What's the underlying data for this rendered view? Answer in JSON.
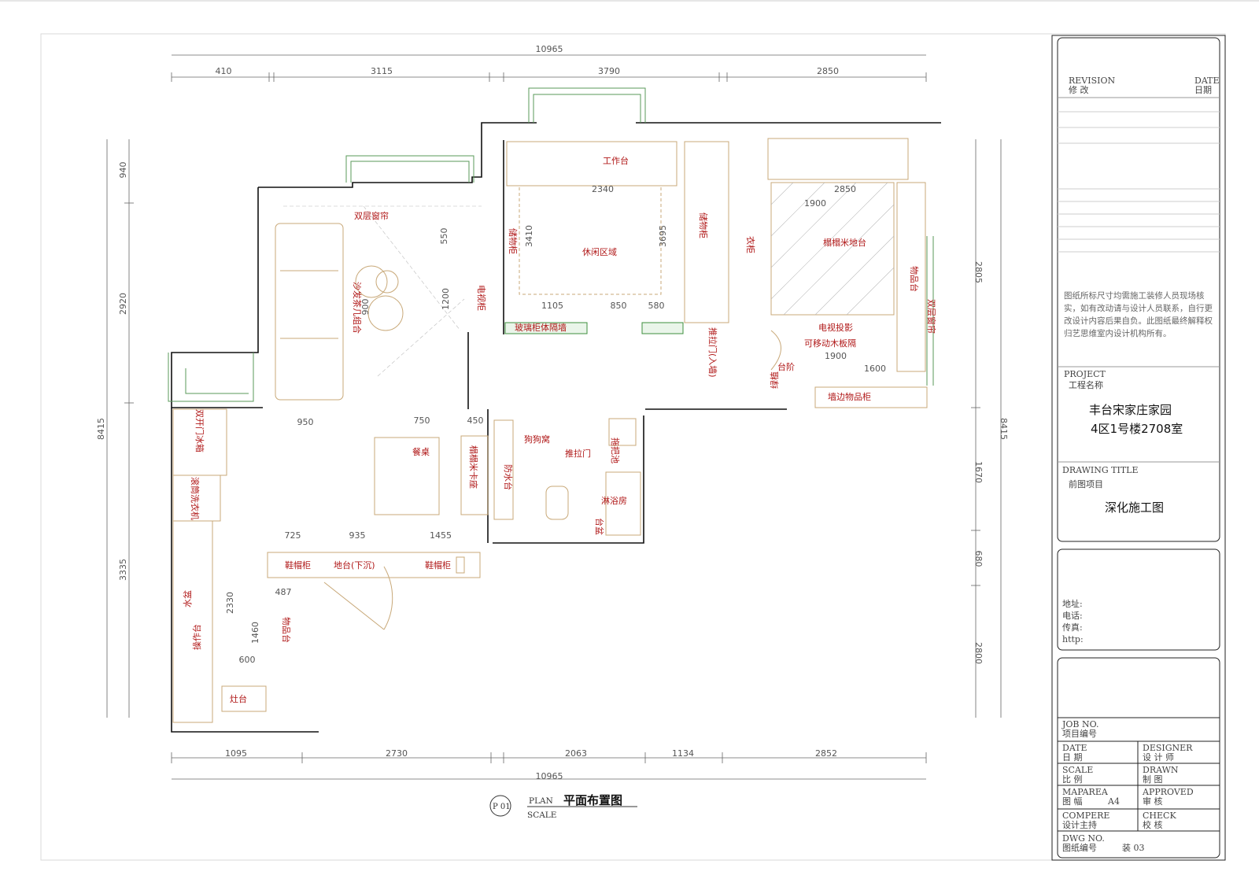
{
  "plan": {
    "top_total": "10965",
    "top_dims": [
      "410",
      "3115",
      "3790",
      "2850"
    ],
    "bottom_total": "10965",
    "bottom_dims": [
      "1095",
      "2730",
      "2063",
      "1134",
      "2852"
    ],
    "left_total": "8415",
    "left_dims": [
      "940",
      "2920",
      "3335"
    ],
    "right_total": "8415",
    "right_dims": [
      "2805",
      "1670",
      "680",
      "2800"
    ],
    "dims": {
      "d950": "950",
      "d750": "750",
      "d450": "450",
      "d725": "725",
      "d935": "935",
      "d1455": "1455",
      "d487": "487",
      "d2330": "2330",
      "d1460": "1460",
      "d600": "600",
      "d2340": "2340",
      "d3410": "3410",
      "d1900": "1900",
      "d2850": "2850",
      "d1900b": "1900",
      "d1600": "1600",
      "d550": "550",
      "d1200": "1200",
      "d3695": "3695",
      "d580": "580",
      "d1105": "1105",
      "d850": "850",
      "d900": "900"
    },
    "rooms": {
      "workbench": "工作台",
      "double_curtain_1": "双层窗帘",
      "leisure_area": "休闲区域",
      "storage_cab_1": "储物柜",
      "storage_cab_2": "储物柜",
      "tatami": "榻榻米地台",
      "sofa_tea": "沙发茶几组合",
      "tv_cab": "电视柜",
      "glass_partition": "玻璃柜体隔墙",
      "sliding_door_in": "推拉门(入墙)",
      "tv_projection": "电视投影",
      "movable_wood": "可移动木板隔",
      "steps": "台阶",
      "wall_storage": "墙边物品柜",
      "items_shelf": "物品台",
      "double_curtain_2": "双层窗帘",
      "wardrobe": "衣柜",
      "dog_den": "狗狗窝",
      "sliding_door": "推拉门",
      "dining_table": "餐桌",
      "tatami_seat": "榻榻米卡座",
      "double_door_fridge": "双开门冰箱",
      "washer": "滚筒洗衣机",
      "shoe_cab_1": "鞋帽柜",
      "floor_sunk": "地台(下沉)",
      "shoe_cab_2": "鞋帽柜",
      "shower": "淋浴房",
      "sink": "水盆",
      "counter": "操作台",
      "items_shelf_2": "物品台",
      "stove": "灶台",
      "mop_pool": "拖把池",
      "waterproof": "防水台",
      "plant": "绿植",
      "toilet_sink": "台盆"
    },
    "caption": {
      "code": "P 01",
      "plan_en": "PLAN",
      "scale_en": "SCALE",
      "title": "平面布置图"
    }
  },
  "title_block": {
    "revision_en": "REVISION",
    "revision_cn": "修 改",
    "date_en": "DATE",
    "date_cn": "日期",
    "note": "图纸所标尺寸均需施工装修人员现场核实，如有改动请与设计人员联系，自行更改设计内容后果自负。此图纸最终解释权归艺思维室内设计机构所有。",
    "project_en": "PROJECT",
    "project_cn": "工程名称",
    "project_name_1": "丰台宋家庄家园",
    "project_name_2": "4区1号楼2708室",
    "drawing_title_en": "DRAWING TITLE",
    "drawing_title_cn": "前图项目",
    "drawing_name": "深化施工图",
    "address": "地址:",
    "phone": "电话:",
    "fax": "传真:",
    "http": "http:",
    "job_no_en": "JOB NO.",
    "job_no_cn": "项目编号",
    "date2_en": "DATE",
    "date2_cn": "日 期",
    "designer_en": "DESIGNER",
    "designer_cn": "设 计 师",
    "scale_en": "SCALE",
    "scale_cn": "比 例",
    "drawn_en": "DRAWN",
    "drawn_cn": "制 图",
    "maparea_en": "MAPAREA",
    "maparea_cn": "图 幅",
    "maparea_val": "A4",
    "approved_en": "APPROVED",
    "approved_cn": "审 核",
    "compere_en": "COMPERE",
    "compere_cn": "设计主持",
    "check_en": "CHECK",
    "check_cn": "校 核",
    "dwg_en": "DWG NO.",
    "dwg_cn": "图纸编号",
    "dwg_val": "装 03"
  }
}
